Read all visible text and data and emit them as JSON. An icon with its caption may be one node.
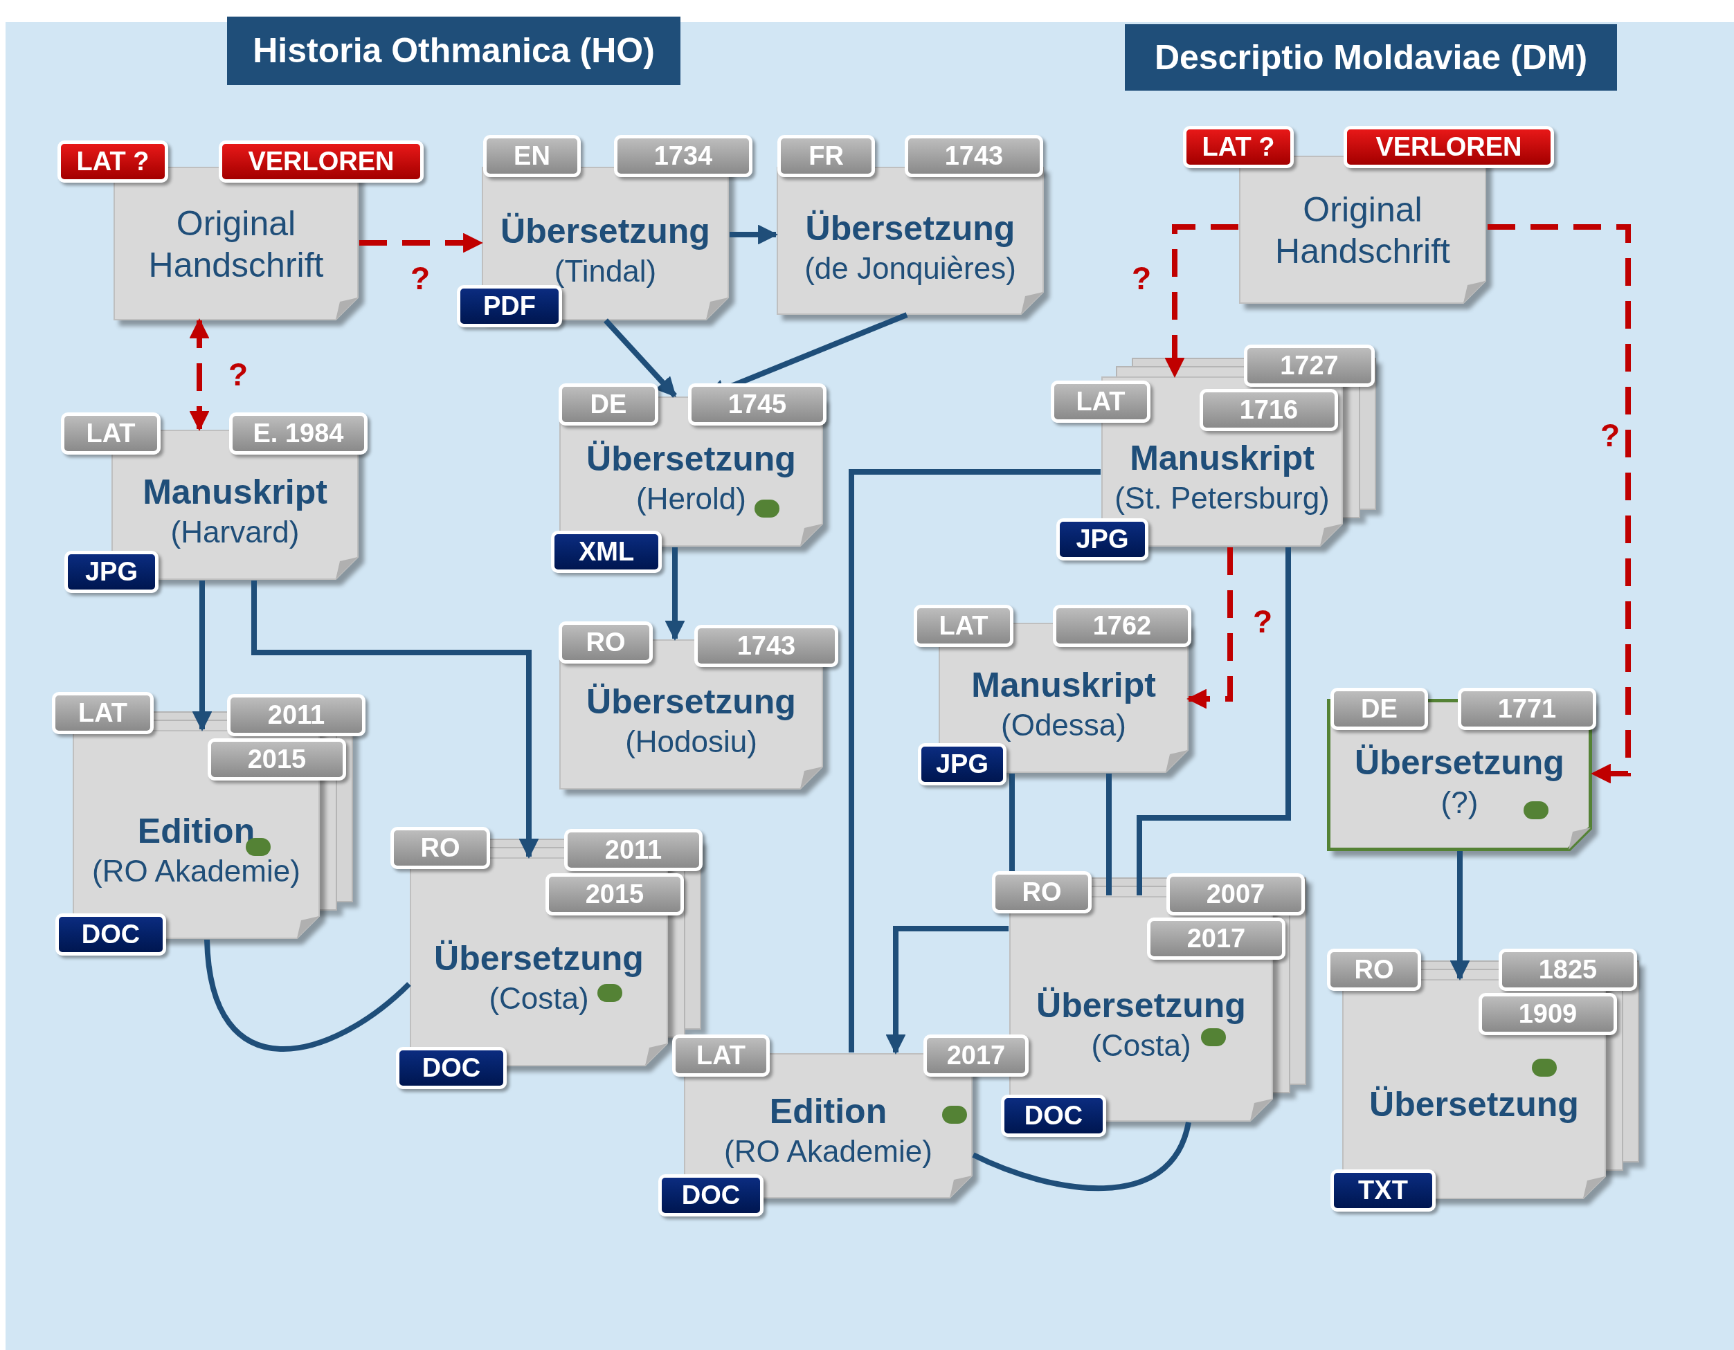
{
  "diagram": {
    "nodes": [
      {
        "text": [
          "LAT ?",
          "VERLOREN",
          "Original Handschrift"
        ]
      },
      {
        "text": [
          "EN",
          "1734",
          "Übersetzung",
          "(Tindal)",
          "PDF"
        ]
      },
      {
        "text": [
          "FR",
          "1743",
          "Übersetzung",
          "(de Jonquières)"
        ]
      },
      {
        "text": [
          "LAT",
          "E. 1984",
          "Manuskript",
          "(Harvard)",
          "JPG"
        ]
      },
      {
        "text": [
          "DE",
          "1745",
          "Übersetzung",
          "(Herold)",
          "XML"
        ]
      },
      {
        "text": [
          "RO",
          "1743",
          "Übersetzung",
          "(Hodosiu)"
        ]
      },
      {
        "text": [
          "LAT",
          "2011",
          "2015",
          "Edition",
          "(RO Akademie)",
          "DOC"
        ]
      },
      {
        "text": [
          "RO",
          "2011",
          "2015",
          "Übersetzung",
          "(Costa)",
          "DOC"
        ]
      },
      {
        "text": [
          "LAT",
          "2017",
          "Edition",
          "(RO Akademie)",
          "DOC"
        ]
      },
      {
        "text": [
          "LAT ?",
          "VERLOREN",
          "Original Handschrift"
        ]
      },
      {
        "text": [
          "LAT",
          "1727",
          "1716",
          "Manuskript",
          "(St. Petersburg)",
          "JPG"
        ]
      },
      {
        "text": [
          "LAT",
          "1762",
          "Manuskript",
          "(Odessa)",
          "JPG"
        ]
      },
      {
        "text": [
          "DE",
          "1771",
          "Übersetzung",
          "(?)"
        ]
      },
      {
        "text": [
          "RO",
          "2007",
          "2017",
          "Übersetzung",
          "(Costa)",
          "DOC"
        ]
      },
      {
        "text": [
          "RO",
          "1825",
          "1909",
          "Übersetzung",
          "TXT"
        ]
      }
    ],
    "edges": [
      {
        "from": 0,
        "to": 1,
        "arrow": "to",
        "label": "?",
        "style": "dashed",
        "color": "#c00000"
      },
      {
        "from": 1,
        "to": 2,
        "arrow": "to"
      },
      {
        "from": 1,
        "to": 4,
        "arrow": "to"
      },
      {
        "from": 2,
        "to": 4,
        "arrow": "to"
      },
      {
        "from": 0,
        "to": 3,
        "arrow": "both",
        "label": "?",
        "style": "dashed",
        "color": "#c00000"
      },
      {
        "from": 3,
        "to": 6,
        "arrow": "to"
      },
      {
        "from": 3,
        "to": 7,
        "arrow": "to"
      },
      {
        "from": 4,
        "to": 5,
        "arrow": "to"
      },
      {
        "from": 6,
        "to": 7,
        "arrow": "none"
      },
      {
        "from": 9,
        "to": 10,
        "arrow": "to",
        "label": "?",
        "style": "dashed",
        "color": "#c00000"
      },
      {
        "from": 9,
        "to": 12,
        "arrow": "to",
        "label": "?",
        "style": "dashed",
        "color": "#c00000"
      },
      {
        "from": 10,
        "to": 11,
        "arrow": "to",
        "label": "?",
        "style": "dashed",
        "color": "#c00000"
      },
      {
        "from": 10,
        "to": 8,
        "arrow": "none"
      },
      {
        "from": 10,
        "to": 13,
        "arrow": "none"
      },
      {
        "from": 11,
        "to": 13,
        "arrow": "none"
      },
      {
        "from": 11,
        "to": 13,
        "arrow": "none"
      },
      {
        "from": 13,
        "to": 8,
        "arrow": "to"
      },
      {
        "from": 13,
        "to": 8,
        "arrow": "none"
      },
      {
        "from": 12,
        "to": 14,
        "arrow": "to"
      }
    ],
    "labels": [
      "Historia Othmanica (HO)",
      "Descriptio Moldaviae (DM)"
    ]
  }
}
